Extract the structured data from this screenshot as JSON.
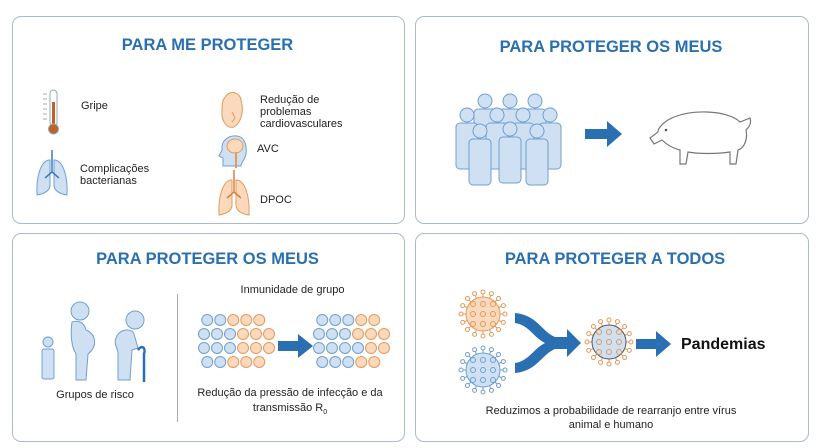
{
  "colors": {
    "title": "#2a70b0",
    "arrow": "#2a6fb1",
    "blue_fill": "#cfe0f3",
    "blue_stroke": "#6f9fcf",
    "orange_fill": "#fbd9bd",
    "orange_stroke": "#e39a5d",
    "thermo": "#c0602a",
    "border": "#a9bccb"
  },
  "panels": {
    "me": {
      "title": "PARA ME PROTEGER",
      "items": [
        {
          "icon": "thermometer-icon",
          "label": "Gripe"
        },
        {
          "icon": "lungs-icon",
          "label": "Complicações bacterianas"
        },
        {
          "icon": "heart-icon",
          "label": "Redução de problemas cardiovasculares"
        },
        {
          "icon": "brain-head-icon",
          "label": "AVC"
        },
        {
          "icon": "lungs-icon",
          "label": "DPOC"
        }
      ]
    },
    "meus_top": {
      "title": "PARA PROTEGER OS MEUS",
      "icons": [
        "people-group-icon",
        "arrow-right-icon",
        "pig-icon"
      ]
    },
    "meus_bottom": {
      "title": "PARA PROTEGER OS MEUS",
      "risk_label": "Grupos de risco",
      "herd_label": "Inmunidade de grupo",
      "reduction_label": "Redução da pressão de infecção e da",
      "reduction_label_2": "transmissão R",
      "reduction_sub": "0",
      "grid_before": [
        [
          2,
          3
        ],
        [
          3,
          3
        ],
        [
          3,
          3
        ],
        [
          2,
          3
        ]
      ],
      "grid_after": [
        [
          3,
          2
        ],
        [
          3,
          3
        ],
        [
          4,
          2
        ],
        [
          3,
          2
        ]
      ]
    },
    "todos": {
      "title": "PARA PROTEGER A TODOS",
      "result": "Pandemias",
      "caption_1": "Reduzimos a probabilidade de rearranjo entre vírus",
      "caption_2": "animal e humano"
    }
  }
}
